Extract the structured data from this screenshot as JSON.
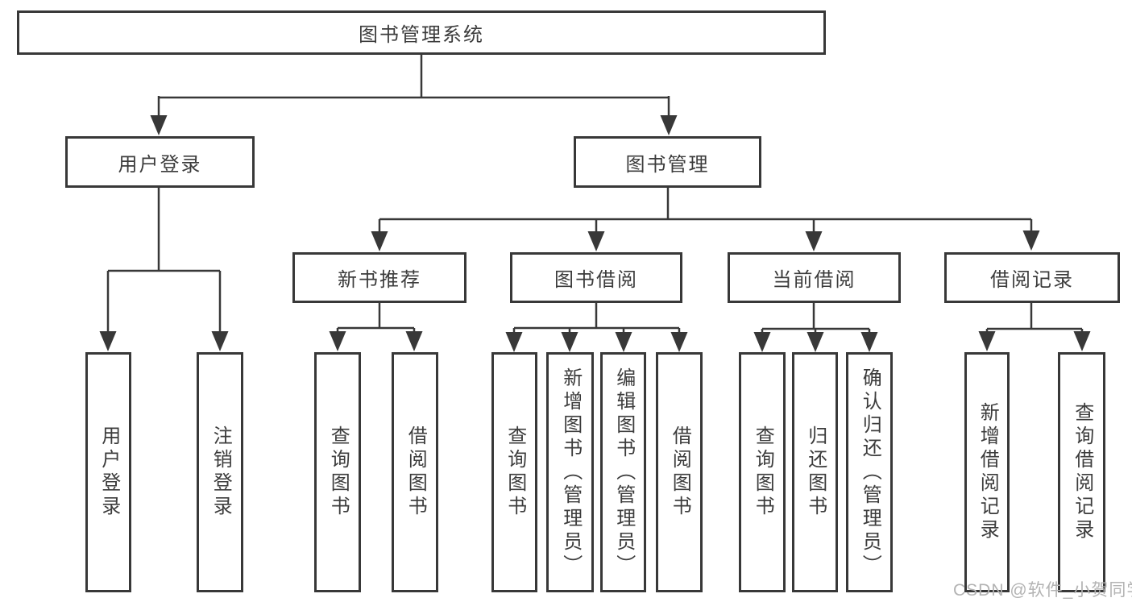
{
  "diagram": {
    "root": {
      "label": "图书管理系统"
    },
    "level2": {
      "user_login": {
        "label": "用户登录"
      },
      "book_mgmt": {
        "label": "图书管理"
      }
    },
    "level3": {
      "new_books": {
        "label": "新书推荐"
      },
      "borrow": {
        "label": "图书借阅"
      },
      "current": {
        "label": "当前借阅"
      },
      "records": {
        "label": "借阅记录"
      }
    },
    "leaves": {
      "user_login": [
        "用户登录",
        "注销登录"
      ],
      "new_books": [
        "查询图书",
        "借阅图书"
      ],
      "borrow": [
        "查询图书",
        "新增图书（管理员）",
        "编辑图书（管理员）",
        "借阅图书"
      ],
      "current": [
        "查询图书",
        "归还图书",
        "确认归还（管理员）"
      ],
      "records": [
        "新增借阅记录",
        "查询借阅记录"
      ]
    }
  },
  "watermark": {
    "text": "CSDN @软件_小贺同学"
  },
  "colors": {
    "line": "#383838",
    "text": "#3c3c3c",
    "watermark": "#b3b3b3",
    "background": "#ffffff"
  }
}
